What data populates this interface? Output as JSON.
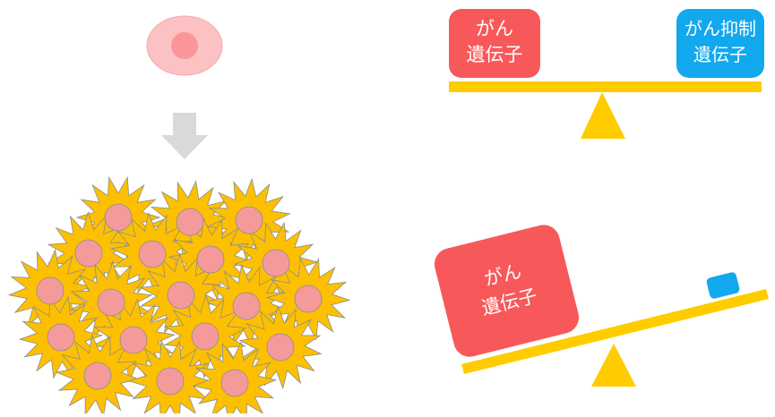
{
  "colors": {
    "cell_outer": "#fcc1c3",
    "cell_nucleus": "#fa9699",
    "arrow": "#d9d9d9",
    "tumor_star": "#fdc000",
    "tumor_nucleus": "#f59a9b",
    "beam": "#ffcc00",
    "oncogene": "#f7595a",
    "suppressor": "#12a8ee"
  },
  "balanced": {
    "oncogene": {
      "line1": "がん",
      "line2": "遺伝子"
    },
    "suppressor": {
      "line1": "がん抑制",
      "line2": "遺伝子"
    }
  },
  "tilted": {
    "oncogene": {
      "line1": "がん",
      "line2": "遺伝子"
    }
  }
}
